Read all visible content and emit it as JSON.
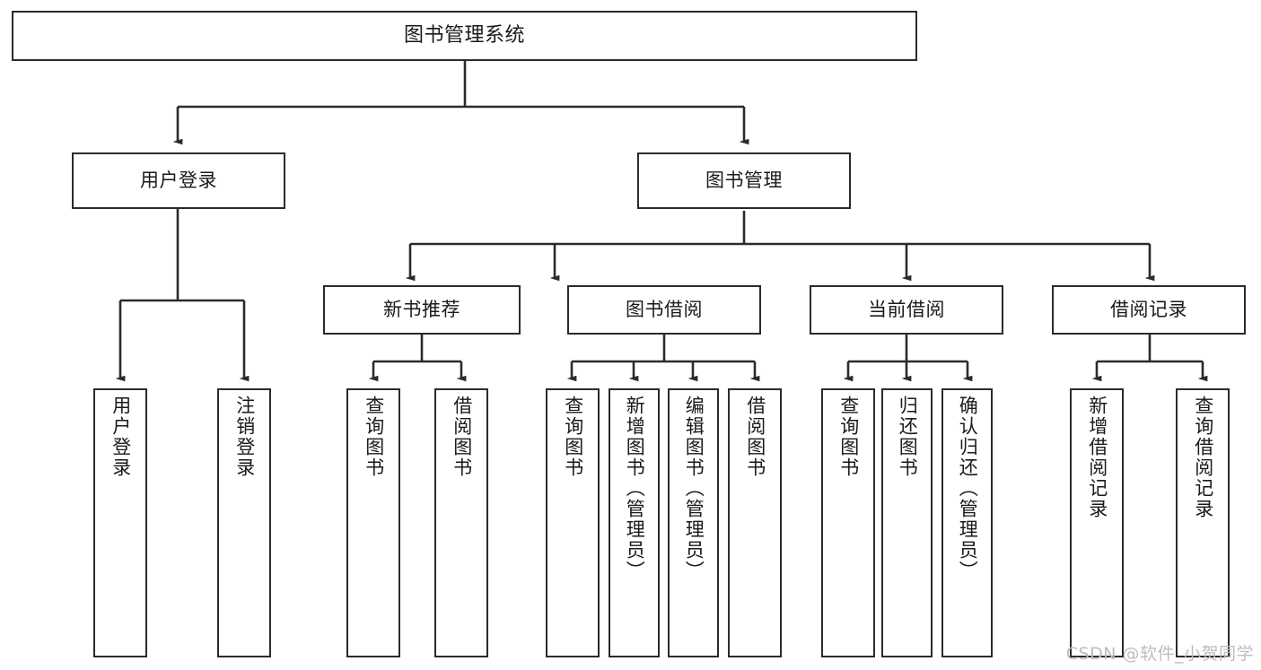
{
  "diagram": {
    "title": "图书管理系统",
    "type": "tree",
    "root": {
      "label": "图书管理系统"
    },
    "level2": [
      {
        "label": "用户登录"
      },
      {
        "label": "图书管理"
      }
    ],
    "level3": [
      {
        "label": "新书推荐"
      },
      {
        "label": "图书借阅"
      },
      {
        "label": "当前借阅"
      },
      {
        "label": "借阅记录"
      }
    ],
    "leaves": {
      "user_login": [
        {
          "label": "用户登录"
        },
        {
          "label": "注销登录"
        }
      ],
      "new_book_recommend": [
        {
          "label": "查询图书"
        },
        {
          "label": "借阅图书"
        }
      ],
      "book_borrow": [
        {
          "label": "查询图书"
        },
        {
          "label": "新增图书（管理员）"
        },
        {
          "label": "编辑图书（管理员）"
        },
        {
          "label": "借阅图书"
        }
      ],
      "current_borrow": [
        {
          "label": "查询图书"
        },
        {
          "label": "归还图书"
        },
        {
          "label": "确认归还（管理员）"
        }
      ],
      "borrow_record": [
        {
          "label": "新增借阅记录"
        },
        {
          "label": "查询借阅记录"
        }
      ]
    }
  },
  "watermark": {
    "text": "CSDN @软件_小贺同学"
  },
  "colors": {
    "stroke": "#2b2b2b",
    "background": "#ffffff",
    "text": "#1a1a1a",
    "watermark": "#bdbdbd"
  }
}
